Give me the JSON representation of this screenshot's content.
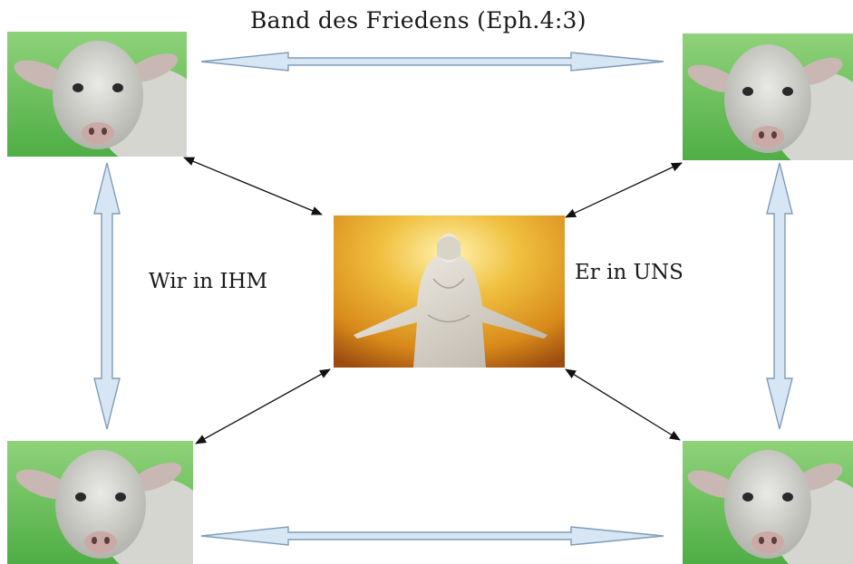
{
  "diagram": {
    "title_label": "Band des Friedens (Eph.4:3)",
    "left_label": "Wir in IHM",
    "right_label": "Er in UNS"
  },
  "images": {
    "sheep": "sheep-face-photo",
    "center": "white-christ-statue-on-golden-background"
  },
  "colors": {
    "arrow_fill": "#d6e6f4",
    "arrow_stroke": "#7f9bb6",
    "connector": "#111111",
    "grass": "#6ec55a",
    "gold": "#e0a21f"
  }
}
